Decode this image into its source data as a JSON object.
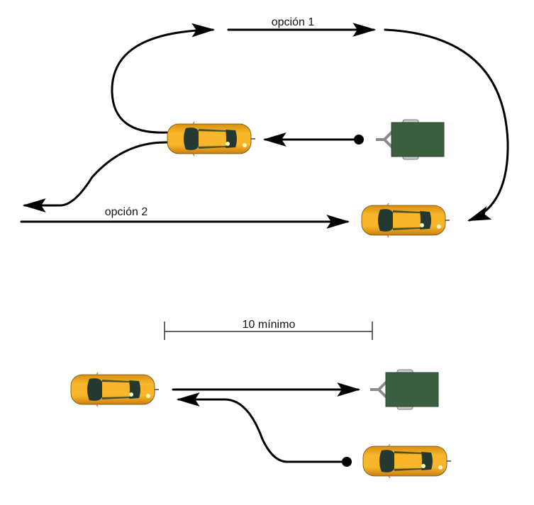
{
  "diagram": {
    "title": "Maniobra de enganche de remolque",
    "labels": {
      "option1": "opción 1",
      "option2": "opción 2",
      "distance": "10 mínimo"
    },
    "colors": {
      "car_body": "#F2A81D",
      "car_glass": "#243A30",
      "trailer": "#3B5E3F",
      "trailer_frame": "#8A8A8A",
      "line": "#000000"
    }
  }
}
